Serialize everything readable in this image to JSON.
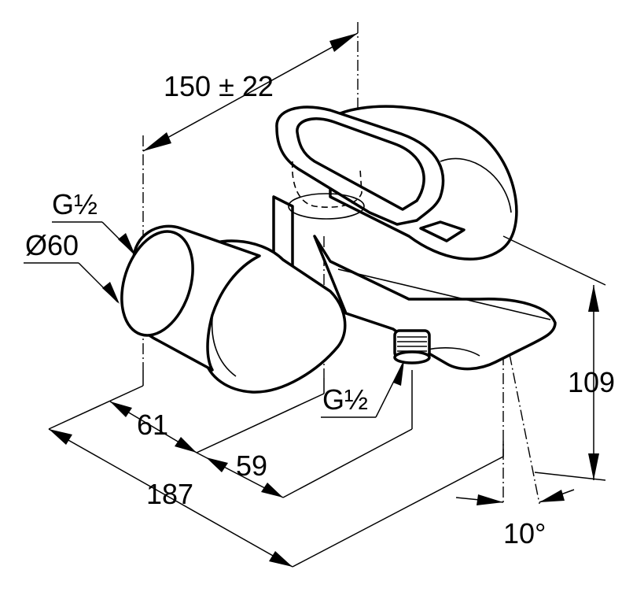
{
  "drawing": {
    "subject": "wall-mounted bath/shower mixer tap",
    "stroke_color": "#000000",
    "background_color": "#ffffff",
    "dimensions": {
      "projection": "150 ± 22",
      "thread_left": "G½",
      "diameter": "Ø60",
      "thread_outlet": "G½",
      "depth_a": "61",
      "depth_b": "59",
      "length_total": "187",
      "height": "109",
      "angle": "10°"
    }
  }
}
